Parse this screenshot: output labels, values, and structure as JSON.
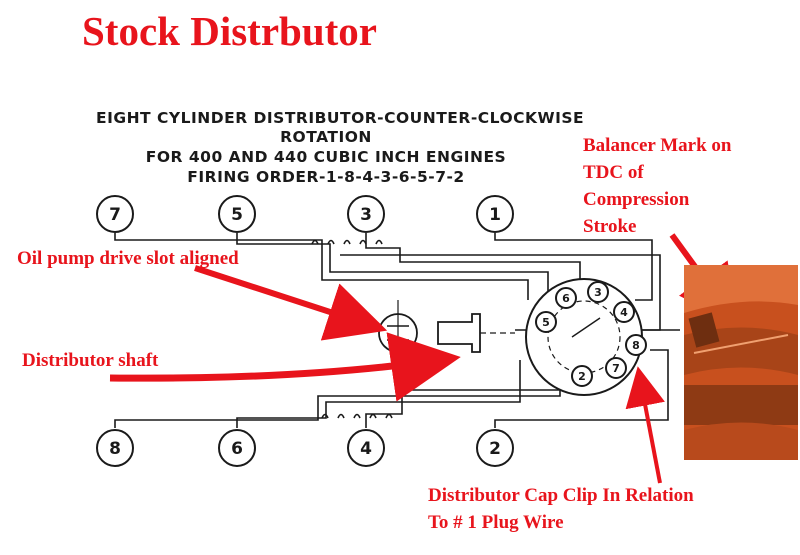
{
  "title": "Stock Distrbutor",
  "header": {
    "line1": "EIGHT CYLINDER DISTRIBUTOR-COUNTER-CLOCKWISE",
    "line2": "ROTATION",
    "line3": "FOR 400 AND 440 CUBIC INCH ENGINES",
    "line4": "FIRING ORDER-1-8-4-3-6-5-7-2"
  },
  "labels": {
    "oil_pump": "Oil pump drive slot aligned",
    "shaft": "Distributor shaft",
    "balancer_1": "Balancer Mark on",
    "balancer_2": "TDC of",
    "balancer_3": "Compression",
    "balancer_4": "Stroke",
    "cap_clip_1": "Distributor Cap Clip In Relation",
    "cap_clip_2": "To # 1 Plug Wire"
  },
  "cylinders": {
    "top": [
      "7",
      "5",
      "3",
      "1"
    ],
    "bottom": [
      "8",
      "6",
      "4",
      "2"
    ]
  },
  "cap_terminals": [
    "3",
    "6",
    "5",
    "4",
    "8",
    "7",
    "2"
  ],
  "colors": {
    "accent_red": "#e8141c",
    "ink": "#1a1a1a",
    "photo_orange": "#c8501e"
  }
}
